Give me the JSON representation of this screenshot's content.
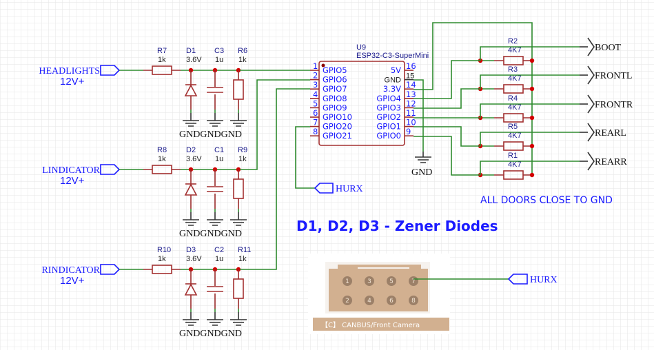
{
  "title_note": "D1, D2, D3 - Zener Diodes",
  "doors_note": "ALL DOORS CLOSE TO GND",
  "gnd_label": "GND",
  "input_channels": [
    {
      "net": "HEADLIGHTS",
      "voltage": "12V+",
      "series_res": {
        "ref": "R7",
        "value": "1k"
      },
      "zener": {
        "ref": "D1",
        "value": "3.6V"
      },
      "cap": {
        "ref": "C3",
        "value": "1u"
      },
      "pull_res": {
        "ref": "R6",
        "value": "1k"
      },
      "to_pin": "1"
    },
    {
      "net": "LINDICATOR",
      "voltage": "12V+",
      "series_res": {
        "ref": "R8",
        "value": "1k"
      },
      "zener": {
        "ref": "D2",
        "value": "3.6V"
      },
      "cap": {
        "ref": "C1",
        "value": "1u"
      },
      "pull_res": {
        "ref": "R9",
        "value": "1k"
      },
      "to_pin": "2"
    },
    {
      "net": "RINDICATOR",
      "voltage": "12V+",
      "series_res": {
        "ref": "R10",
        "value": "1k"
      },
      "zener": {
        "ref": "D3",
        "value": "3.6V"
      },
      "cap": {
        "ref": "C2",
        "value": "1u"
      },
      "pull_res": {
        "ref": "R11",
        "value": "1k"
      },
      "to_pin": "3"
    }
  ],
  "mcu": {
    "ref": "U9",
    "part": "ESP32-C3-SuperMini",
    "left_pins": [
      {
        "num": "1",
        "name": "GPIO5"
      },
      {
        "num": "2",
        "name": "GPIO6"
      },
      {
        "num": "3",
        "name": "GPIO7"
      },
      {
        "num": "4",
        "name": "GPIO8"
      },
      {
        "num": "5",
        "name": "GPIO9"
      },
      {
        "num": "6",
        "name": "GPIO10"
      },
      {
        "num": "7",
        "name": "GPIO20"
      },
      {
        "num": "8",
        "name": "GPIO21"
      }
    ],
    "right_pins": [
      {
        "num": "16",
        "name": "5V"
      },
      {
        "num": "15",
        "name": "GND"
      },
      {
        "num": "14",
        "name": "3.3V"
      },
      {
        "num": "13",
        "name": "GPIO4"
      },
      {
        "num": "12",
        "name": "GPIO3"
      },
      {
        "num": "11",
        "name": "GPIO2"
      },
      {
        "num": "10",
        "name": "GPIO1"
      },
      {
        "num": "9",
        "name": "GPIO0"
      }
    ]
  },
  "door_outputs": [
    {
      "net": "BOOT",
      "res": {
        "ref": "R2",
        "value": "4K7"
      }
    },
    {
      "net": "FRONTL",
      "res": {
        "ref": "R3",
        "value": "4K7"
      }
    },
    {
      "net": "FRONTR",
      "res": {
        "ref": "R4",
        "value": "4K7"
      }
    },
    {
      "net": "REARL",
      "res": {
        "ref": "R5",
        "value": "4K7"
      }
    },
    {
      "net": "REARR",
      "res": {
        "ref": "R1",
        "value": "4K7"
      }
    }
  ],
  "hurx_label": "HURX",
  "connector": {
    "caption": "【C】 CANBUS/Front Camera",
    "pins_top": [
      "1",
      "3",
      "5",
      "7"
    ],
    "pins_bottom": [
      "2",
      "4",
      "6",
      "8"
    ],
    "color": "#d2b090"
  },
  "colors": {
    "wire": "#2e8b2e",
    "component": "#a33030",
    "junction": "#d10000",
    "label": "#1a1aff"
  }
}
